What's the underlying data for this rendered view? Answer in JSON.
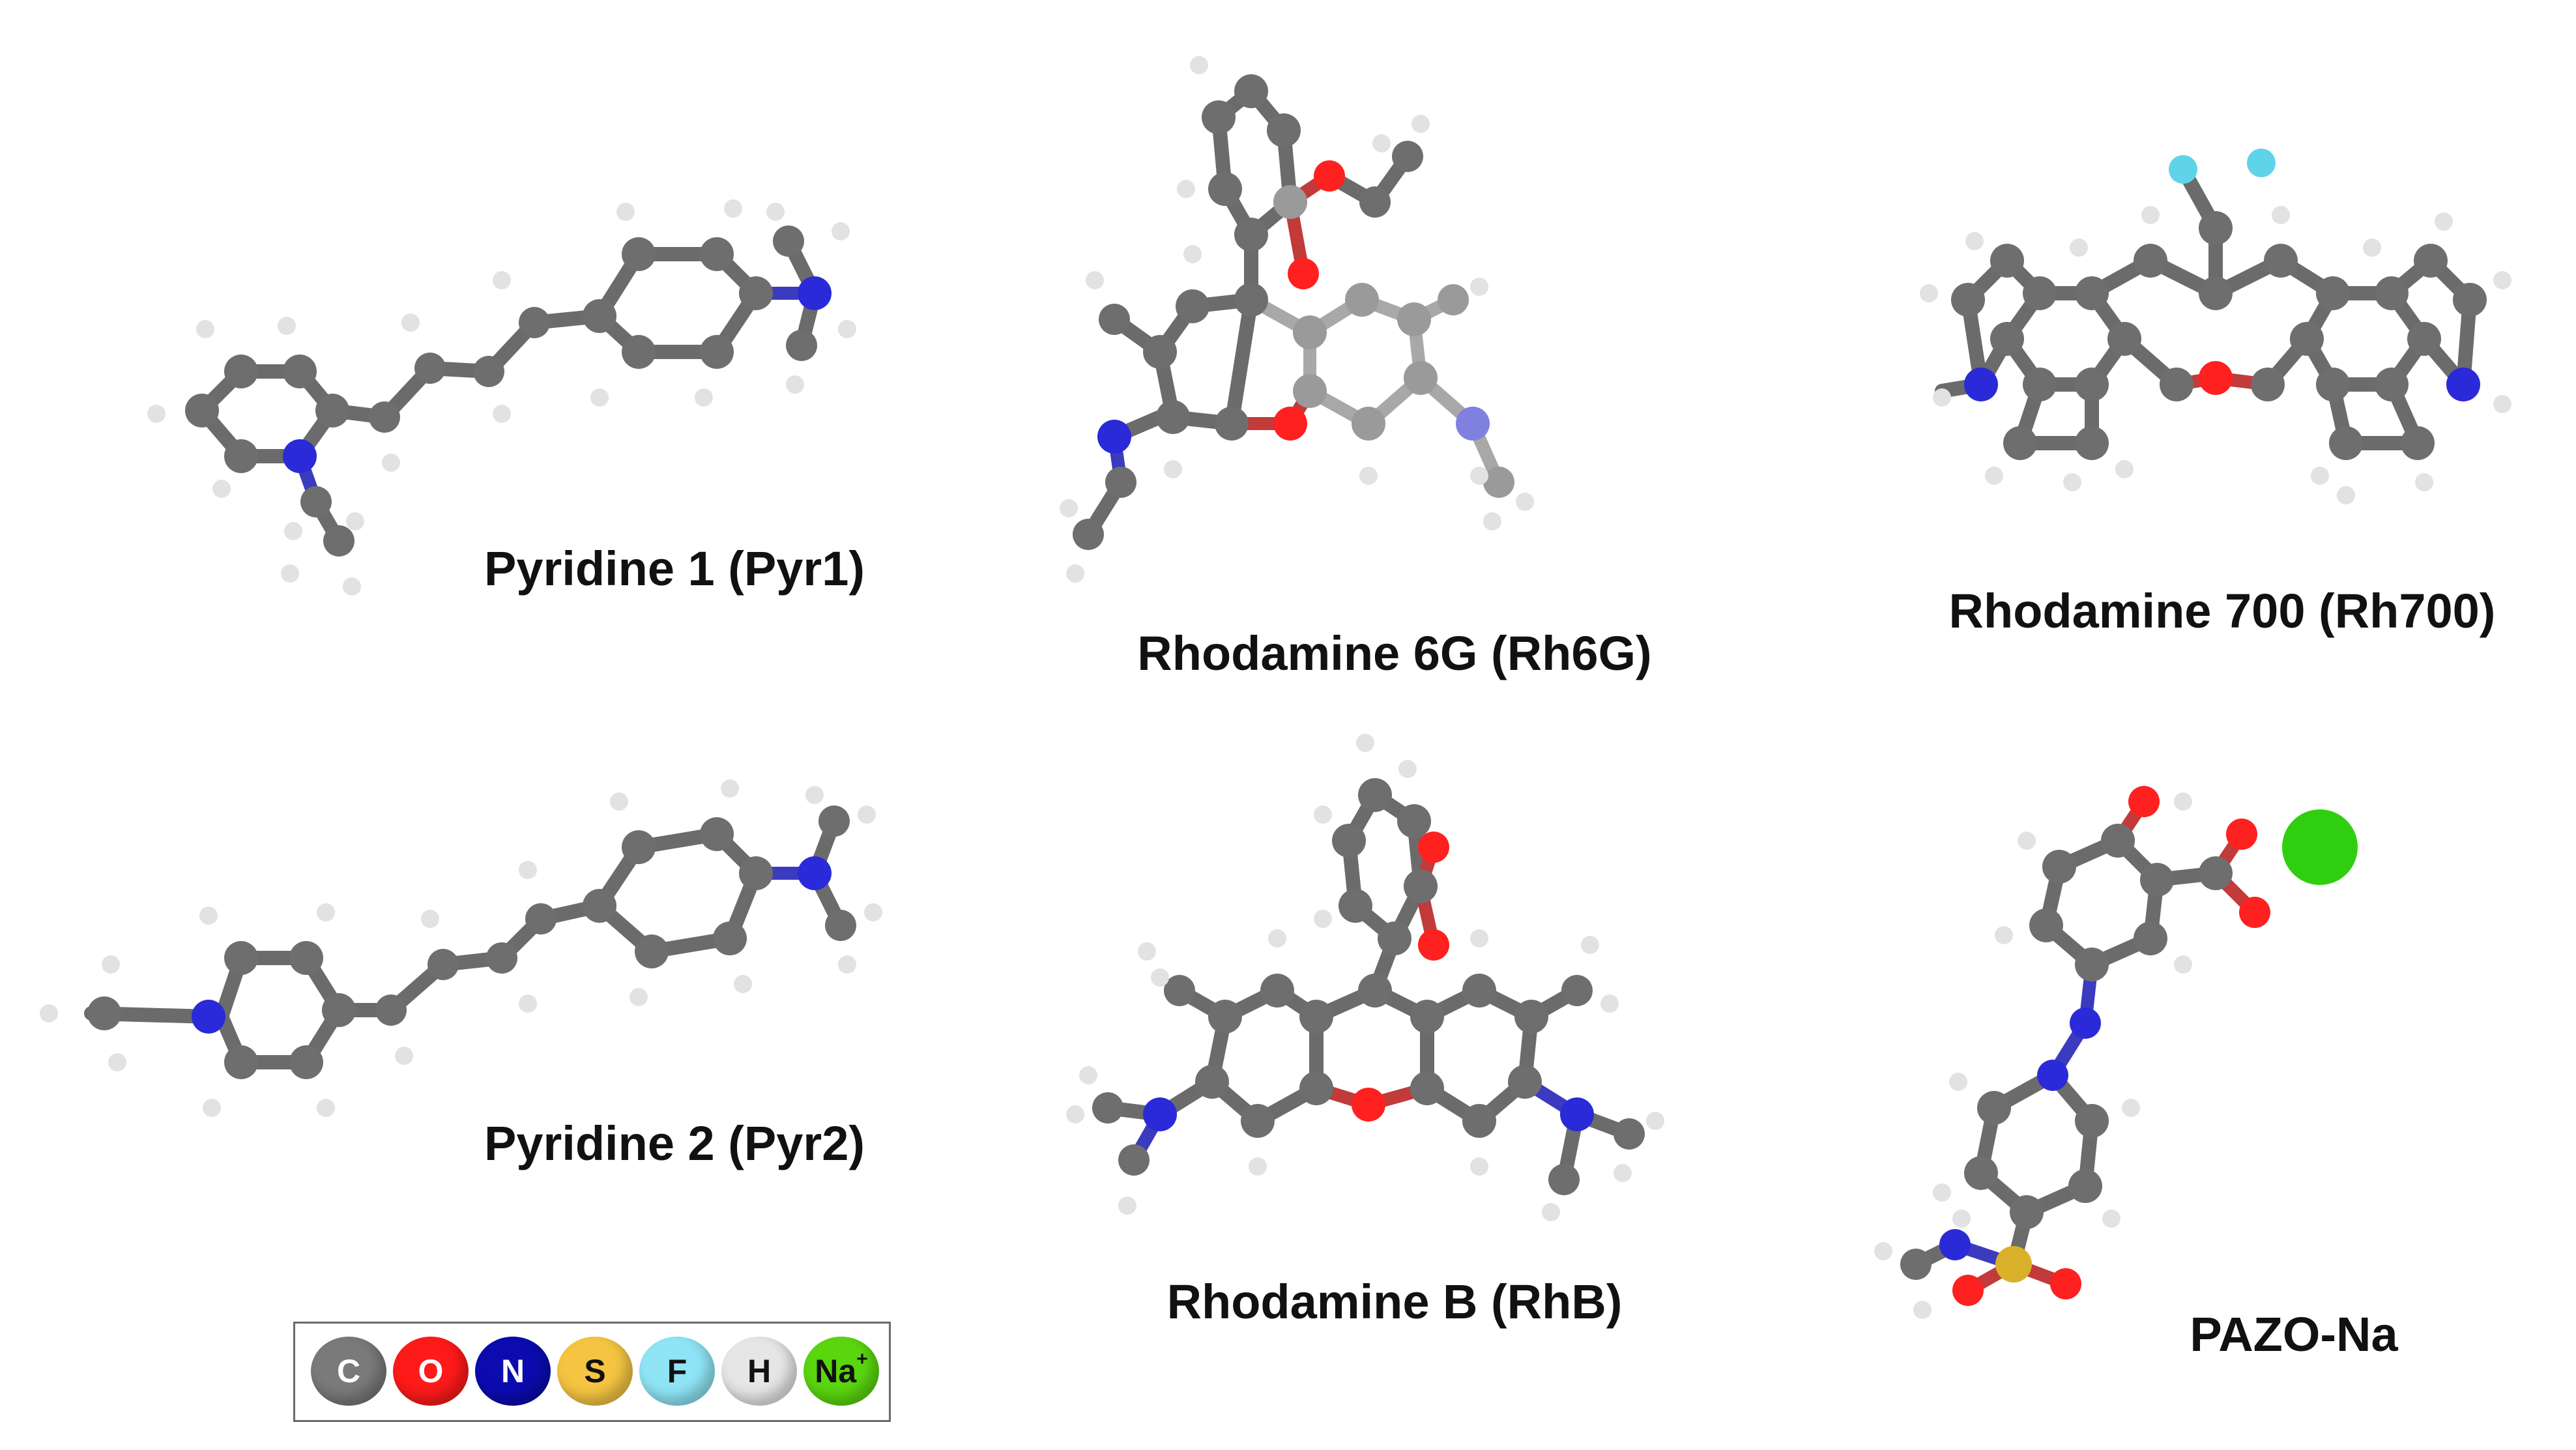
{
  "molecules": [
    {
      "name": "Pyridine 1 (Pyr1)"
    },
    {
      "name": "Rhodamine 6G (Rh6G)"
    },
    {
      "name": "Rhodamine 700 (Rh700)"
    },
    {
      "name": "Pyridine 2 (Pyr2)"
    },
    {
      "name": "Rhodamine B (RhB)"
    },
    {
      "name": "PAZO-Na"
    }
  ],
  "legend": {
    "items": [
      {
        "symbol": "C",
        "color": "#7a7a7a",
        "text_color": "#ffffff"
      },
      {
        "symbol": "O",
        "color": "#ff1a1a",
        "text_color": "#ffffff"
      },
      {
        "symbol": "N",
        "color": "#0b0bb0",
        "text_color": "#ffffff"
      },
      {
        "symbol": "S",
        "color": "#f5c542",
        "text_color": "#111111"
      },
      {
        "symbol": "F",
        "color": "#8fe4f5",
        "text_color": "#111111"
      },
      {
        "symbol": "H",
        "color": "#e6e6e6",
        "text_color": "#111111"
      },
      {
        "symbol": "Na",
        "superscript": "+",
        "color": "#5ad60f",
        "text_color": "#111111"
      }
    ]
  },
  "atom_colors": {
    "C": "#6e6e6e",
    "C_light": "#9a9a9a",
    "O": "#ff2020",
    "N": "#2a2ad8",
    "S": "#d8b02a",
    "F": "#5fd4e8",
    "H": "#e2e2e2",
    "Na": "#2fcf10"
  }
}
